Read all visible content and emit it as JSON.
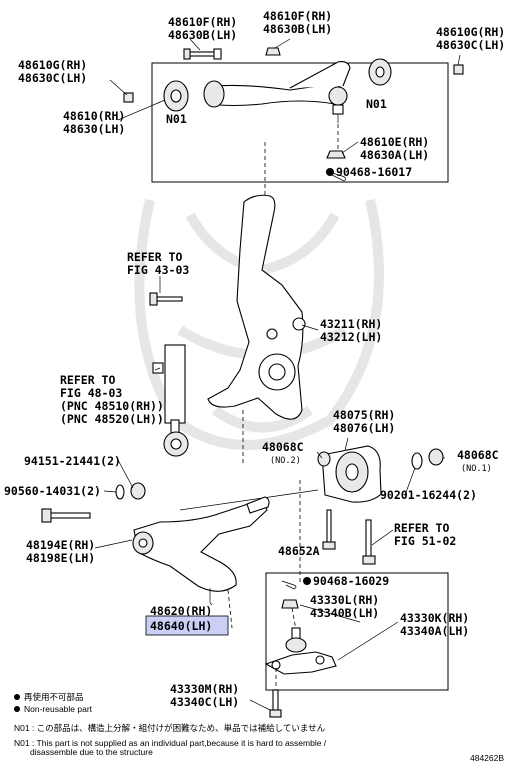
{
  "labels": {
    "l1": "48610F(RH)",
    "l2": "48630B(LH)",
    "l3": "48610F(RH)",
    "l4": "48630B(LH)",
    "l5": "48610G(RH)",
    "l6": "48630C(LH)",
    "l7": "48610G(RH)",
    "l8": "48630C(LH)",
    "l9": "48610(RH)",
    "l10": "48630(LH)",
    "l11": "N01",
    "l12": "N01",
    "l13": "48610E(RH)",
    "l14": "48630A(LH)",
    "l15": "90468-16017",
    "l16": "REFER TO",
    "l17": "FIG 43-03",
    "l18": "43211(RH)",
    "l19": "43212(LH)",
    "l20": "REFER TO",
    "l21": "FIG 48-03",
    "l22": "(PNC 48510(RH))",
    "l23": "(PNC 48520(LH))",
    "l24": "48075(RH)",
    "l25": "48076(LH)",
    "l26": "48068C",
    "l27": "(NO.2)",
    "l28": "48068C",
    "l29": "(NO.1)",
    "l30": "94151-21441(2)",
    "l31": "90560-14031(2)",
    "l32": "90201-16244(2)",
    "l33": "48194E(RH)",
    "l34": "48198E(LH)",
    "l35": "48652A",
    "l36": "REFER TO",
    "l37": "FIG 51-02",
    "l38": "90468-16029",
    "l39": "43330L(RH)",
    "l40": "43340B(LH)",
    "l41": "48620(RH)",
    "l42": "48640(LH)",
    "l43": "43330K(RH)",
    "l44": "43340A(LH)",
    "l45": "43330M(RH)",
    "l46": "43340C(LH)"
  },
  "legend": {
    "non_reusable_jp": "再使用不可部品",
    "non_reusable_en": "Non-reusable part"
  },
  "notes": {
    "n01_jp": "N01 : この部品は、構造上分解・組付けが困難なため、単品では補給していません",
    "n01_en_1": "N01 : This part is not supplied as an individual part,because it is hard to assemble /",
    "n01_en_2": "disassemble due to the structure"
  },
  "figure_id": "484262B"
}
